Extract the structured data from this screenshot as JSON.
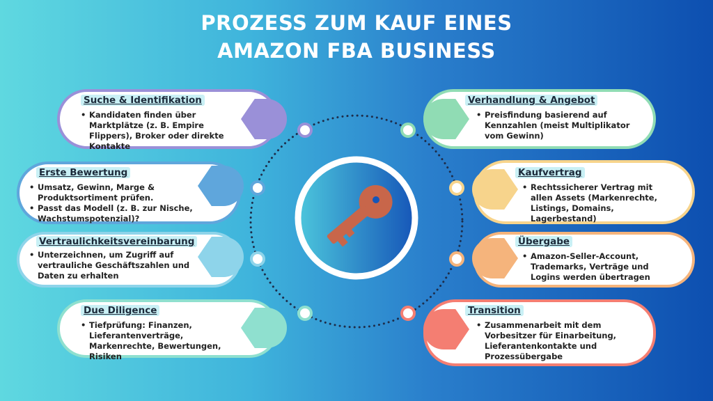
{
  "title": {
    "line1": "PROZESS ZUM KAUF EINES",
    "line2": "AMAZON FBA BUSINESS"
  },
  "center_icon": "key-icon",
  "colors": {
    "key": "#c8664a",
    "ring": "#ffffff"
  },
  "steps": [
    {
      "title": "Suche & Identifikation",
      "color": "#9a90d8",
      "bullets": [
        "Kandidaten finden über Marktplätze (z. B. Empire Flippers), Broker oder direkte Kontakte"
      ]
    },
    {
      "title": "Erste Bewertung",
      "color": "#5fa6dc",
      "bullets": [
        "Umsatz, Gewinn, Marge & Produktsortiment prüfen.",
        "Passt das Modell (z. B. zur Nische, Wachstumspotenzial)?"
      ]
    },
    {
      "title": "Vertraulichkeitsvereinbarung",
      "color": "#8ed4ea",
      "bullets": [
        "Unterzeichnen, um Zugriff auf vertrauliche Geschäftszahlen und Daten zu erhalten"
      ]
    },
    {
      "title": "Due Diligence",
      "color": "#8fe0cf",
      "bullets": [
        "Tiefprüfung: Finanzen, Lieferantenverträge, Markenrechte, Bewertungen, Risiken"
      ]
    },
    {
      "title": "Verhandlung & Angebot",
      "color": "#90dcb4",
      "bullets": [
        "Preisfindung basierend auf Kennzahlen (meist Multiplikator vom Gewinn)"
      ]
    },
    {
      "title": "Kaufvertrag",
      "color": "#f7d48c",
      "bullets": [
        "Rechtssicherer Vertrag mit allen Assets (Markenrechte, Listings, Domains, Lagerbestand)"
      ]
    },
    {
      "title": "Übergabe",
      "color": "#f5b47c",
      "bullets": [
        "Amazon-Seller-Account, Trademarks, Verträge und Logins werden übertragen"
      ]
    },
    {
      "title": "Transition",
      "color": "#f47e72",
      "bullets": [
        "Zusammenarbeit mit dem Vorbesitzer für Einarbeitung, Lieferantenkontakte und Prozessübergabe"
      ]
    }
  ]
}
